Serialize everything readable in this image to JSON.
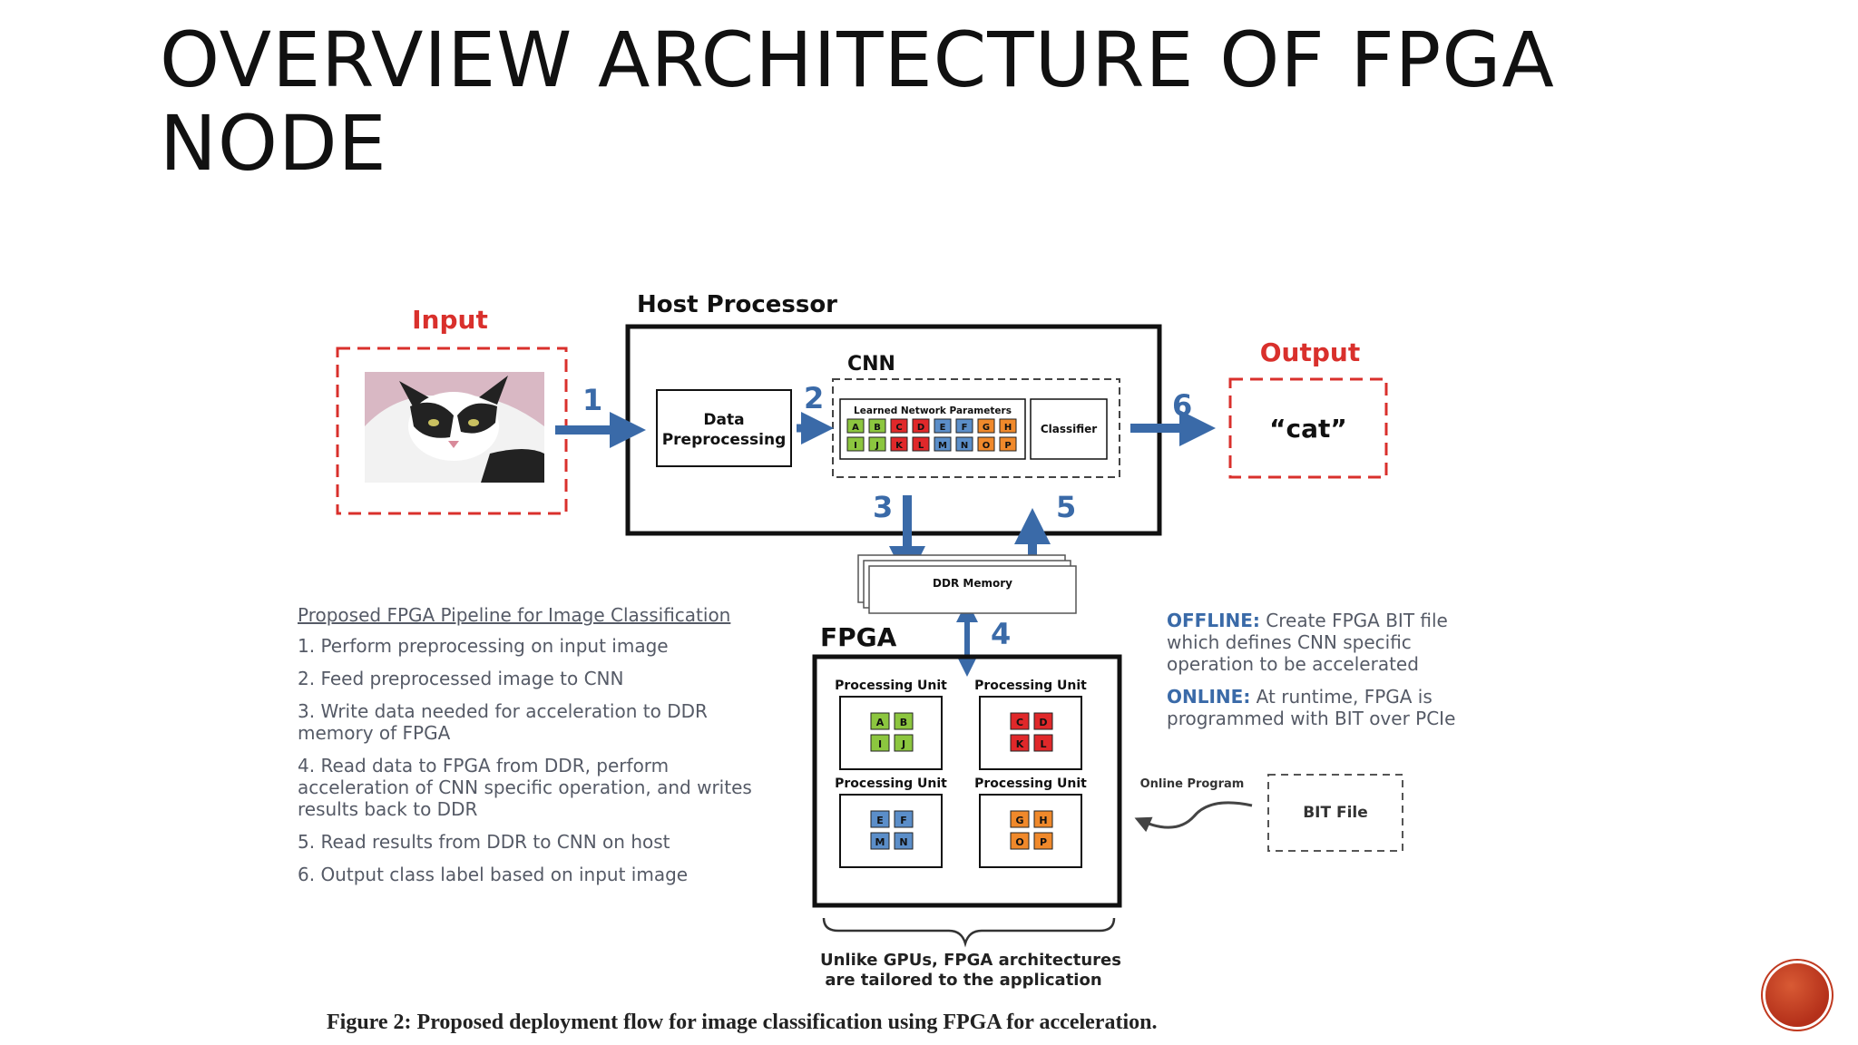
{
  "slide": {
    "title_line1": "OVERVIEW ARCHITECTURE OF FPGA",
    "title_line2": "NODE"
  },
  "diagram": {
    "input_label": "Input",
    "output_label": "Output",
    "output_text": "“cat”",
    "host_label": "Host Processor",
    "cnn_label": "CNN",
    "data_preprocessing": [
      "Data",
      "Preprocessing"
    ],
    "learned_params_label": "Learned Network Parameters",
    "param_cells_row1": [
      "A",
      "B",
      "C",
      "D",
      "E",
      "F",
      "G",
      "H"
    ],
    "param_cells_row2": [
      "I",
      "J",
      "K",
      "L",
      "M",
      "N",
      "O",
      "P"
    ],
    "classifier_label": "Classifier",
    "ddr_label": "DDR Memory",
    "fpga_label": "FPGA",
    "processing_unit_label": "Processing Unit",
    "pu_cells": [
      [
        "A",
        "B",
        "I",
        "J"
      ],
      [
        "C",
        "D",
        "K",
        "L"
      ],
      [
        "E",
        "F",
        "M",
        "N"
      ],
      [
        "G",
        "H",
        "O",
        "P"
      ]
    ],
    "online_program_label": "Online Program",
    "bit_file_label": "BIT File",
    "step_numbers": [
      "1",
      "2",
      "3",
      "4",
      "5",
      "6"
    ],
    "brace_note": [
      "Unlike GPUs, FPGA architectures",
      "are tailored to the application"
    ]
  },
  "colors": {
    "arrow_blue": "#3a6aa8",
    "dashed_red": "#d9302c",
    "cell_green": "#8cc63f",
    "cell_red": "#e0282a",
    "cell_blue": "#5b8ec9",
    "cell_orange": "#f0892b"
  },
  "pipeline": {
    "title": "Proposed FPGA Pipeline for Image Classification",
    "steps": [
      "1. Perform preprocessing on input image",
      "2. Feed preprocessed image to CNN",
      "3. Write data needed for acceleration to DDR memory of FPGA",
      "4. Read data to FPGA from DDR, perform acceleration of CNN specific operation, and writes results back to DDR",
      "5. Read results from DDR to CNN on host",
      "6. Output class label based on input image"
    ]
  },
  "notes": {
    "offline_key": "OFFLINE:",
    "offline_text": " Create FPGA BIT file which defines CNN specific operation to be accelerated",
    "online_key": "ONLINE:",
    "online_text": " At runtime, FPGA is programmed with BIT over PCIe"
  },
  "caption": "Figure 2: Proposed deployment flow for image classification using FPGA for acceleration."
}
